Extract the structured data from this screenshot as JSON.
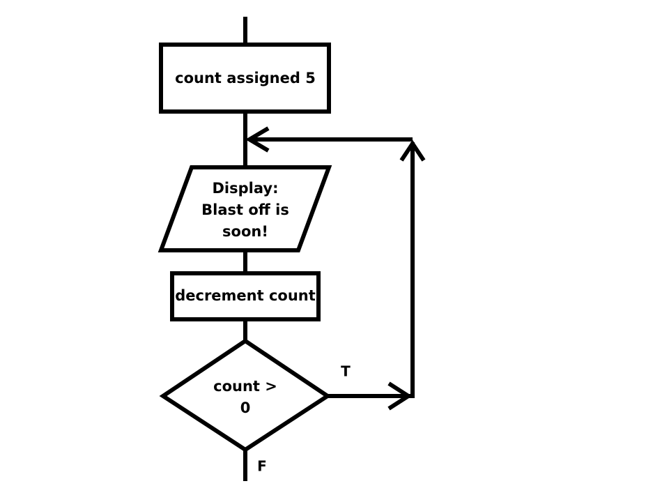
{
  "nodes": {
    "assign": {
      "text": "count assigned 5"
    },
    "display": {
      "line1": "Display:",
      "line2": "Blast off is",
      "line3": "soon!"
    },
    "decrement": {
      "text": "decrement count"
    },
    "condition": {
      "line1": "count >",
      "line2": "0"
    }
  },
  "edges": {
    "true_label": "T",
    "false_label": "F"
  },
  "colors": {
    "stroke": "#000000",
    "background": "#ffffff"
  }
}
